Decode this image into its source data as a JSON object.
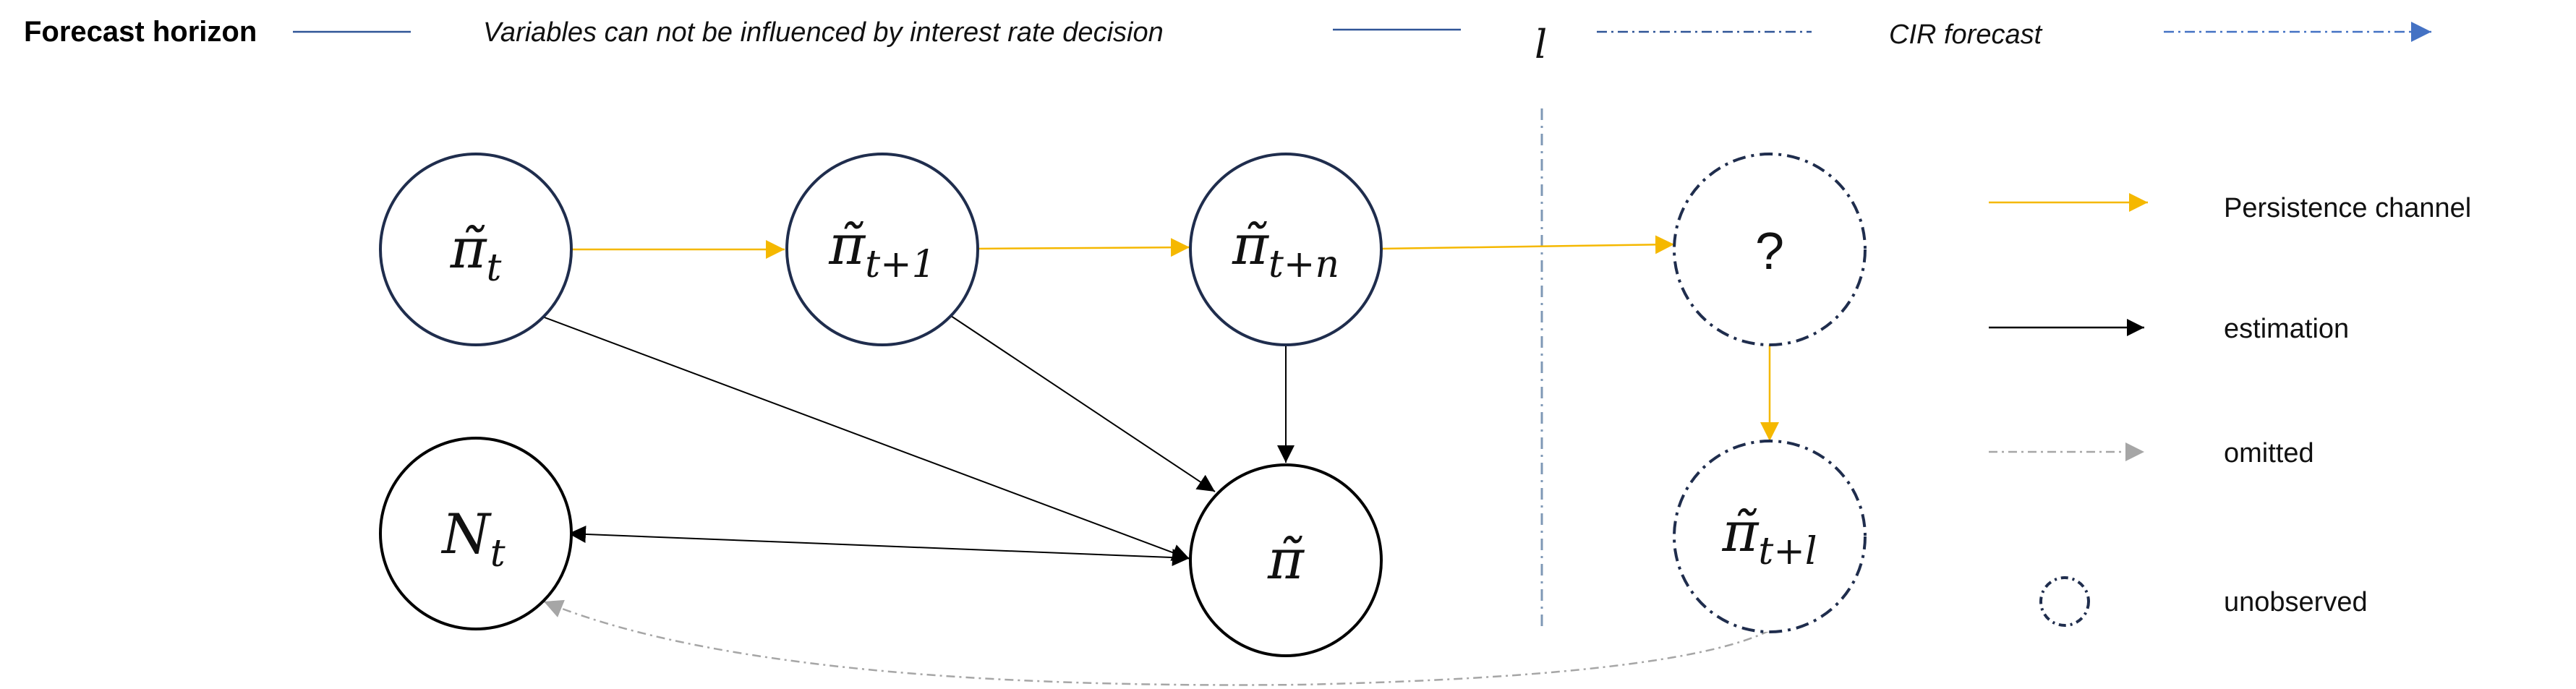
{
  "header": {
    "title": "Forecast horizon",
    "variables_note": "Variables  can not be influenced by interest rate decision",
    "cut_label": "l",
    "cir_forecast": "CIR forecast"
  },
  "nodes": {
    "pi_t": {
      "base": "π̃",
      "sub": "t"
    },
    "pi_t1": {
      "base": "π̃",
      "sub": "t+1"
    },
    "pi_tn": {
      "base": "π̃",
      "sub": "t+n"
    },
    "pi_bar": {
      "base": "π̃"
    },
    "n_t": {
      "base": "N",
      "sub": "t"
    },
    "unknown": {
      "base": "?"
    },
    "pi_tl": {
      "base": "π̃",
      "sub": "t+l"
    }
  },
  "legend": {
    "persistence": "Persistence channel",
    "estimation": "estimation",
    "omitted": "omitted",
    "unobserved": "unobserved"
  },
  "colors": {
    "persistence": "#f5b800",
    "estimation": "#000000",
    "omitted": "#a6a6a6",
    "header_line": "#2f5597",
    "cir_arrow": "#4472c4",
    "node_stroke": "#1f2d4d",
    "divider": "#7f98b6"
  }
}
